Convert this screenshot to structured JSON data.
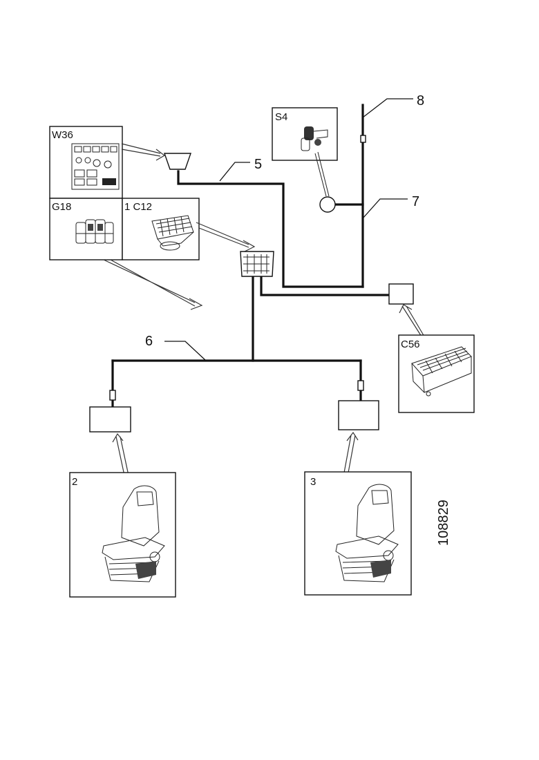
{
  "callouts": {
    "wire_5": "5",
    "wire_6": "6",
    "wire_7": "7",
    "wire_8": "8"
  },
  "components": {
    "w36": "W36",
    "g18": "G18",
    "c12": "1 C12",
    "s4": "S4",
    "c56": "C56",
    "seat_left": "2",
    "seat_right": "3"
  },
  "document_id": "108829"
}
